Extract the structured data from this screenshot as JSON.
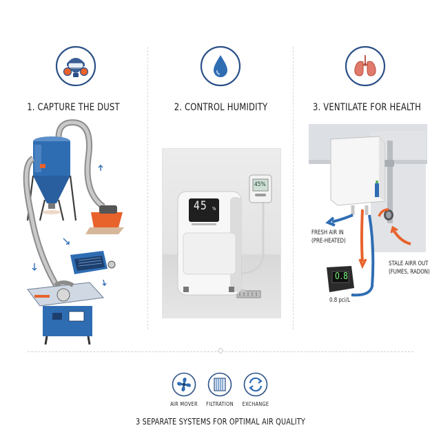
{
  "columns": [
    {
      "title": "1. CAPTURE THE DUST",
      "icon": "respirator-mask-icon"
    },
    {
      "title": "2. CONTROL HUMIDITY",
      "icon": "water-drop-icon"
    },
    {
      "title": "3. VENTILATE FOR HEALTH",
      "icon": "lungs-icon"
    }
  ],
  "humidity": {
    "dehumidifier_display": "45",
    "dehumidifier_unit": "%",
    "hygrometer_display": "45%"
  },
  "ventilation": {
    "fresh_air_line1": "FRESH AIR IN",
    "fresh_air_line2": "(PRE-HEATED)",
    "stale_air_line1": "STALE AIRR OUT",
    "stale_air_line2": "(FUMES, RADON)",
    "radon_display": "0.8",
    "radon_reading": "0.8 pci/L"
  },
  "footer": {
    "items": [
      {
        "label": "AIR MOVER",
        "icon": "fan-icon"
      },
      {
        "label": "FILTRATION",
        "icon": "filter-icon"
      },
      {
        "label": "EXCHANGE",
        "icon": "exchange-arrows-icon"
      }
    ],
    "caption": "3 SEPARATE SYSTEMS FOR OPTIMAL AIR QUALITY"
  },
  "colors": {
    "circle": "#2a4f86",
    "blue": "#2f6db3",
    "orange": "#e8622c",
    "lung": "#e07a6a"
  }
}
